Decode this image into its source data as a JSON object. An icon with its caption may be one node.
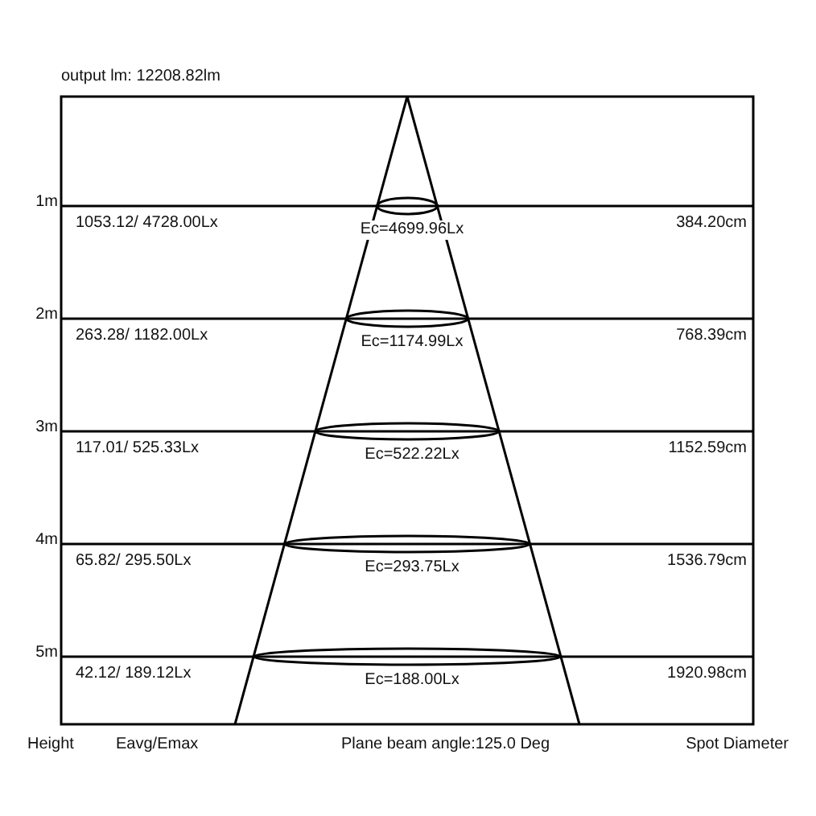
{
  "diagram": {
    "labels": [
      "output lm: 12208.82lm",
      "1m",
      "1053.12/ 4728.00Lx",
      "Ec=4699.96Lx",
      "384.20cm",
      "2m",
      "263.28/ 1182.00Lx",
      "Ec=1174.99Lx",
      "768.39cm",
      "3m",
      "117.01/ 525.33Lx",
      "Ec=522.22Lx",
      "1152.59cm",
      "4m",
      "65.82/ 295.50Lx",
      "Ec=293.75Lx",
      "1536.79cm",
      "5m",
      "42.12/ 189.12Lx",
      "Ec=188.00Lx",
      "1920.98cm",
      "Height",
      "Eavg/Emax",
      "Plane beam angle:125.0 Deg",
      "Spot Diameter"
    ]
  }
}
